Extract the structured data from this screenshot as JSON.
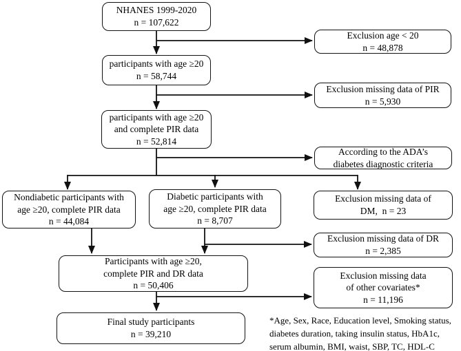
{
  "figure": {
    "type": "flowchart",
    "description": "NHANES 1999-2020 study participant selection flow diagram"
  },
  "colors": {
    "line": "#111111",
    "border": "#111111",
    "background": "#ffffff",
    "text": "#000000"
  },
  "nodes": {
    "nhanes": {
      "lines": [
        "NHANES 1999-2020",
        "n = 107,622"
      ]
    },
    "age20": {
      "lines": [
        "participants with age ≥20",
        "n = 58,744"
      ]
    },
    "age20_pir": {
      "lines": [
        "participants with age ≥20",
        "and complete PIR data",
        "n = 52,814"
      ]
    },
    "nondiabetic": {
      "lines": [
        "Nondiabetic participants with",
        "age ≥20, complete PIR data",
        "n = 44,084"
      ]
    },
    "diabetic": {
      "lines": [
        "Diabetic participants with",
        "age ≥20, complete PIR data",
        "n = 8,707"
      ]
    },
    "pir_dr": {
      "lines": [
        "Participants with age ≥20,",
        "complete PIR and DR data",
        "n = 50,406"
      ]
    },
    "final": {
      "lines": [
        "Final study participants",
        "n = 39,210"
      ]
    },
    "excl_age": {
      "lines": [
        "Exclusion age < 20",
        "n = 48,878"
      ]
    },
    "excl_pir": {
      "lines": [
        "Exclusion missing data of PIR",
        "n = 5,930"
      ]
    },
    "ada": {
      "lines": [
        "According to the ADA’s",
        "diabetes diagnostic criteria"
      ]
    },
    "excl_dm": {
      "lines": [
        "Exclusion missing data of",
        "DM,  n = 23"
      ]
    },
    "excl_dr": {
      "lines": [
        "Exclusion missing data of DR",
        "n = 2,385"
      ]
    },
    "excl_cov": {
      "lines": [
        "Exclusion missing data",
        "of other covariates*",
        "n = 11,196"
      ]
    }
  },
  "footnote": {
    "lines": [
      "*Age, Sex, Race, Education level, Smoking status,",
      "diabetes duration, taking insulin status, HbA1c,",
      "serum albumin, BMI, waist, SBP, TC, HDL-C"
    ]
  }
}
